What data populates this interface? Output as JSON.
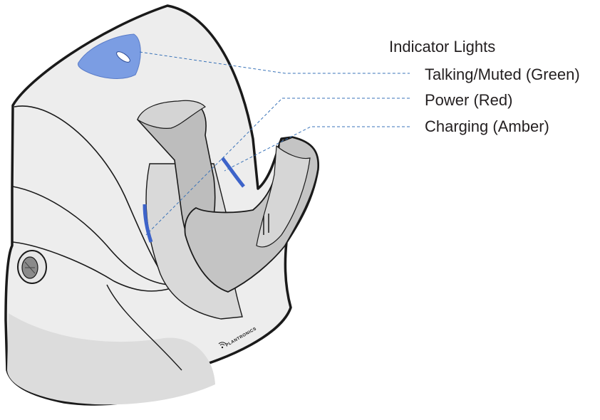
{
  "heading": "Indicator Lights",
  "indicators": [
    {
      "label": "Talking/Muted (Green)"
    },
    {
      "label": "Power (Red)"
    },
    {
      "label": "Charging (Amber)"
    }
  ],
  "brand": "PLANTRONICS",
  "colors": {
    "outline": "#1a1a1a",
    "body": "#ededed",
    "shadow": "#d2d2d2",
    "cradle": "#b9b9b9",
    "indicator_fill": "#7b9de3",
    "stripe_blue": "#3d63c9",
    "leader": "#3a73b8"
  }
}
